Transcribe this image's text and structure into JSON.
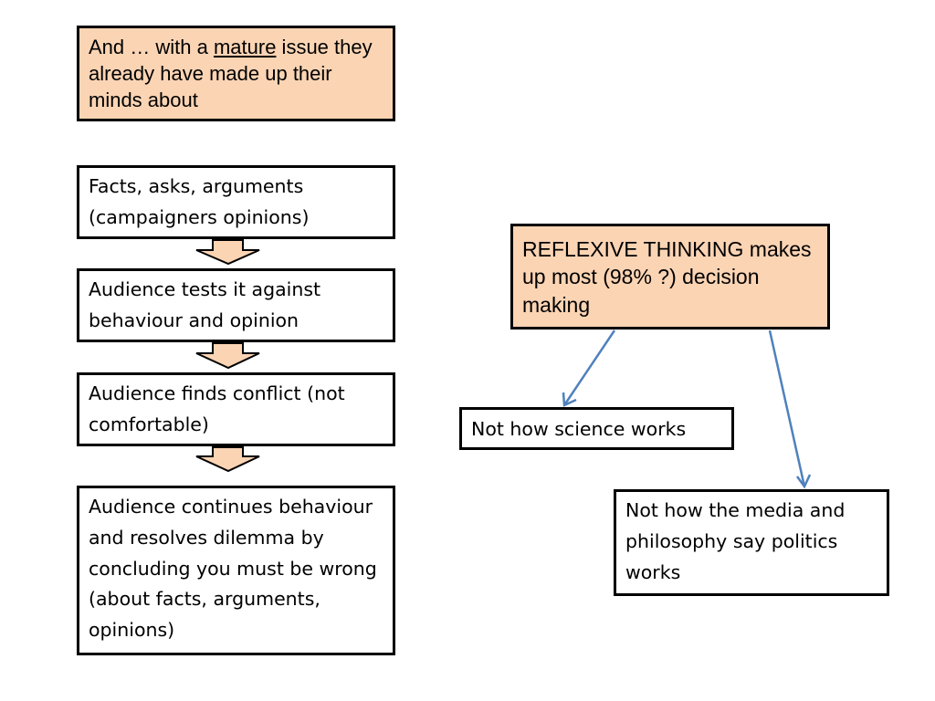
{
  "mature_issue": {
    "prefix": "And … with a ",
    "emphasis": "mature",
    "suffix": " issue they already have made up their minds about"
  },
  "flow": {
    "step1": "Facts, asks, arguments (campaigners opinions)",
    "step2": "Audience tests it against behaviour and opinion",
    "step3": "Audience finds conflict (not comfortable)",
    "step4": "Audience continues behaviour and resolves dilemma by concluding you must be wrong (about facts, arguments, opinions)"
  },
  "reflexive": {
    "text": "REFLEXIVE THINKING makes up most (98% ?) decision making"
  },
  "outcomes": {
    "science": "Not how science works",
    "media": "Not how the media and philosophy say politics works"
  },
  "colors": {
    "box_fill_highlight": "#fbd4b4",
    "box_border": "#000000",
    "connector": "#4f81bd",
    "flow_arrow_fill": "#fbd4b4"
  }
}
